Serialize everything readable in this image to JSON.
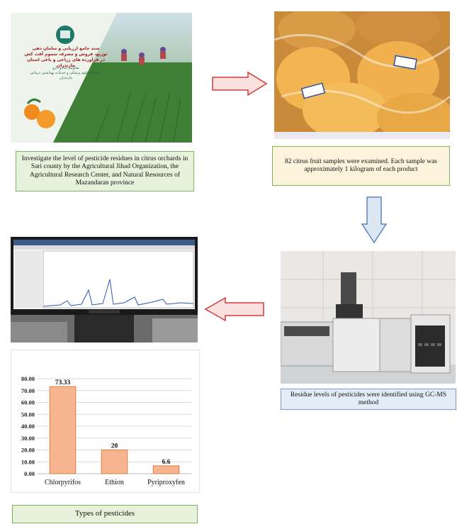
{
  "steps": [
    {
      "caption": "Investigate the level of pesticide residues in citrus orchards in Sari county by the Agricultural Jihad Organization, the Agricultural Research Center, and Natural Resources of Mazandaran province"
    },
    {
      "caption": "82 citrus fruit samples were examined. Each sample was approximately 1 kilogram of each product"
    },
    {
      "caption": "Residue levels of pesticides were identified using GC-MS method"
    },
    {
      "caption": "Types of pesticides"
    }
  ],
  "poster": {
    "title_lines": [
      "سند جامع ارزیابی و سامان دهی",
      "توزیع، فروش و مصرف سموم آفت کش",
      "در فرآورده های زراعی و باغی استان مازندران"
    ],
    "sub_lines": [
      "معاونت غذا و دارو",
      "دانشگاه علوم پزشکی و خدمات بهداشتی درمانی مازندران"
    ]
  },
  "colors": {
    "arrow_red_fill": "#fbe0e0",
    "arrow_red_stroke": "#d23b3b",
    "arrow_blue_fill": "#dde7f4",
    "arrow_blue_stroke": "#5b84c4",
    "bar_fill": "#f6b48f",
    "bar_stroke": "#e07b45"
  },
  "chart_data": {
    "type": "bar",
    "categories": [
      "Chlorpyrifos",
      "Ethion",
      "Pyriproxyfen"
    ],
    "values": [
      73.33,
      20,
      6.6
    ],
    "data_labels": [
      "73.33",
      "20",
      "6.6"
    ],
    "yticks": [
      "0.00",
      "10.00",
      "20.00",
      "30.00",
      "40.00",
      "50.00",
      "60.00",
      "70.00",
      "80.00"
    ],
    "ylim": [
      0,
      80
    ],
    "grid": true
  }
}
